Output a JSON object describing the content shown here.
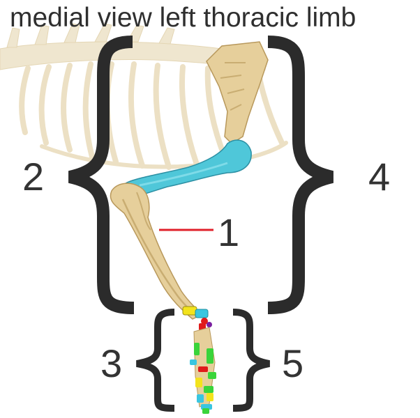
{
  "title": "medial view left thoracic limb",
  "labels": {
    "one": "1",
    "two": "2",
    "three": "3",
    "four": "4",
    "five": "5"
  },
  "colors": {
    "bone": "#e6cf9b",
    "bone_shadow": "#c9ad72",
    "faded_skeleton": "#efe6cf",
    "humerus": "#4fc7d9",
    "brace": "#2b2b2b",
    "leader_line": "#e0202a",
    "carpal_yellow": "#f3e31c",
    "carpal_green": "#3ad43a",
    "carpal_red": "#e01a1a",
    "carpal_cyan": "#39c6e0",
    "carpal_purple": "#7a1fa0"
  }
}
